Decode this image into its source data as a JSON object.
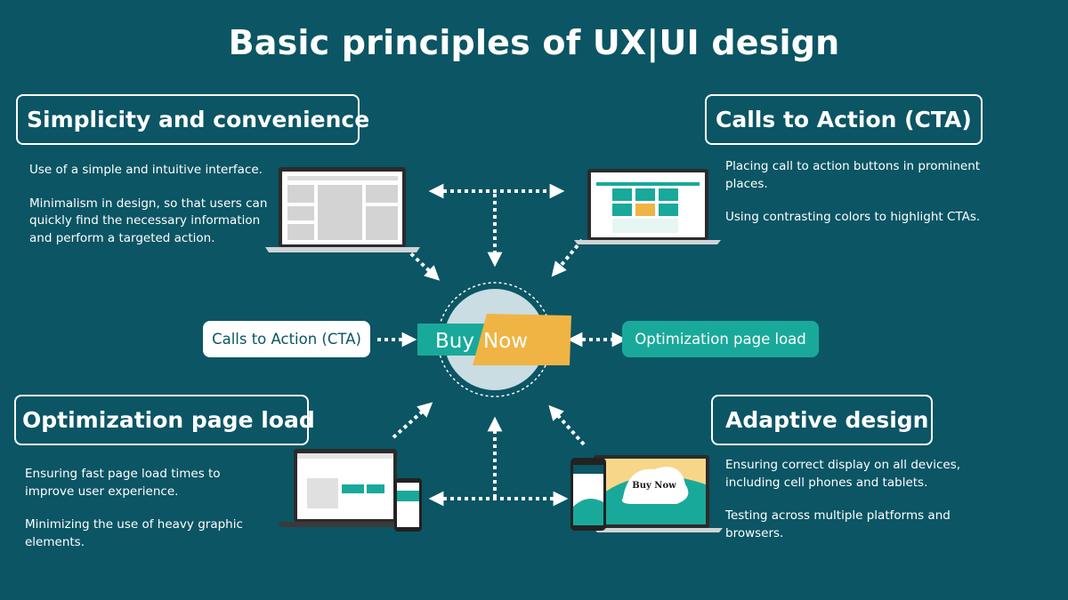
{
  "title": "Basic principles of UX|UI design",
  "sections": [
    {
      "heading": "Simplicity and convenience",
      "paragraphs": [
        "Use of a simple and intuitive interface.",
        "Minimalism in design, so that users can quickly find the necessary information and perform a targeted action."
      ]
    },
    {
      "heading": "Calls to Action (CTA)",
      "paragraphs": [
        "Placing call to action buttons in prominent places.",
        "Using contrasting colors to highlight CTAs."
      ]
    },
    {
      "heading": "Optimization page load",
      "paragraphs": [
        "Ensuring fast page load times to improve user experience.",
        "Minimizing the use of heavy graphic elements."
      ]
    },
    {
      "heading": "Adaptive design",
      "paragraphs": [
        "Ensuring correct display on all devices, including cell phones and tablets.",
        "Testing across multiple platforms and browsers."
      ]
    }
  ],
  "center": {
    "left_pill": "Calls to Action (CTA)",
    "right_pill": "Optimization page load",
    "buy_word": "Buy",
    "now_word": "Now"
  },
  "device_labels": {
    "mockup_buy": "Buy",
    "mockup_now": "Now"
  },
  "colors": {
    "background": "#0b5564",
    "teal": "#19a99a",
    "orange": "#f0b444",
    "circle": "#c9dde2"
  }
}
